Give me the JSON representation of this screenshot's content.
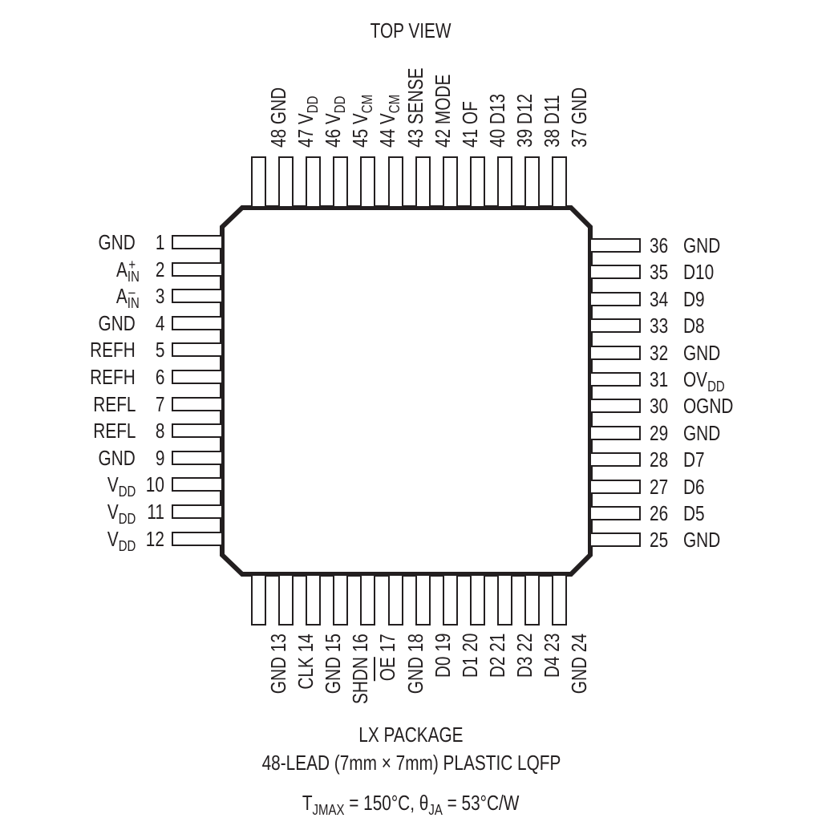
{
  "title": "TOP VIEW",
  "package": {
    "name": "LX PACKAGE",
    "description": "48-LEAD (7mm × 7mm) PLASTIC LQFP",
    "thermal": {
      "tjmax_label": "T",
      "tjmax_sub": "JMAX",
      "tjmax_value": " = 150°C, ",
      "theta_label": "θ",
      "theta_sub": "JA",
      "theta_value": " = 53°C/W"
    }
  },
  "pins": {
    "left": [
      {
        "num": "1",
        "name": "GND"
      },
      {
        "num": "2",
        "name": "A",
        "sub": "IN",
        "sup": "+"
      },
      {
        "num": "3",
        "name": "A",
        "sub": "IN",
        "sup": "–"
      },
      {
        "num": "4",
        "name": "GND"
      },
      {
        "num": "5",
        "name": "REFH"
      },
      {
        "num": "6",
        "name": "REFH"
      },
      {
        "num": "7",
        "name": "REFL"
      },
      {
        "num": "8",
        "name": "REFL"
      },
      {
        "num": "9",
        "name": "GND"
      },
      {
        "num": "10",
        "name": "V",
        "sub": "DD"
      },
      {
        "num": "11",
        "name": "V",
        "sub": "DD"
      },
      {
        "num": "12",
        "name": "V",
        "sub": "DD"
      }
    ],
    "bottom": [
      {
        "num": "13",
        "name": "GND"
      },
      {
        "num": "14",
        "name": "CLK"
      },
      {
        "num": "15",
        "name": "GND"
      },
      {
        "num": "16",
        "name": "SHDN"
      },
      {
        "num": "17",
        "name": "OE",
        "overline": true
      },
      {
        "num": "18",
        "name": "GND"
      },
      {
        "num": "19",
        "name": "D0"
      },
      {
        "num": "20",
        "name": "D1"
      },
      {
        "num": "21",
        "name": "D2"
      },
      {
        "num": "22",
        "name": "D3"
      },
      {
        "num": "23",
        "name": "D4"
      },
      {
        "num": "24",
        "name": "GND"
      }
    ],
    "right": [
      {
        "num": "36",
        "name": "GND"
      },
      {
        "num": "35",
        "name": "D10"
      },
      {
        "num": "34",
        "name": "D9"
      },
      {
        "num": "33",
        "name": "D8"
      },
      {
        "num": "32",
        "name": "GND"
      },
      {
        "num": "31",
        "name": "OV",
        "sub": "DD"
      },
      {
        "num": "30",
        "name": "OGND"
      },
      {
        "num": "29",
        "name": "GND"
      },
      {
        "num": "28",
        "name": "D7"
      },
      {
        "num": "27",
        "name": "D6"
      },
      {
        "num": "26",
        "name": "D5"
      },
      {
        "num": "25",
        "name": "GND"
      }
    ],
    "top": [
      {
        "num": "48",
        "name": "GND"
      },
      {
        "num": "47",
        "name": "V",
        "sub": "DD"
      },
      {
        "num": "46",
        "name": "V",
        "sub": "DD"
      },
      {
        "num": "45",
        "name": "V",
        "sub": "CM"
      },
      {
        "num": "44",
        "name": "V",
        "sub": "CM"
      },
      {
        "num": "43",
        "name": "SENSE"
      },
      {
        "num": "42",
        "name": "MODE"
      },
      {
        "num": "41",
        "name": "OF"
      },
      {
        "num": "40",
        "name": "D13"
      },
      {
        "num": "39",
        "name": "D12"
      },
      {
        "num": "38",
        "name": "D11"
      },
      {
        "num": "37",
        "name": "GND"
      }
    ]
  },
  "colors": {
    "ink": "#231f20",
    "background": "#ffffff"
  }
}
